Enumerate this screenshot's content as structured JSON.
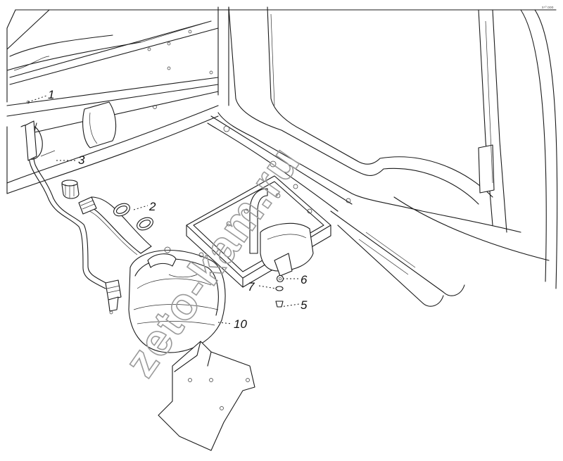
{
  "drawing": {
    "watermark": "zeto-kam.ru",
    "corner_mark": "x⁴⁰ ooo",
    "callouts": [
      {
        "id": "1",
        "text": "1"
      },
      {
        "id": "2",
        "text": "2"
      },
      {
        "id": "3",
        "text": "3"
      },
      {
        "id": "5",
        "text": "5"
      },
      {
        "id": "6",
        "text": "6"
      },
      {
        "id": "7",
        "text": "7"
      },
      {
        "id": "10",
        "text": "10"
      }
    ]
  }
}
